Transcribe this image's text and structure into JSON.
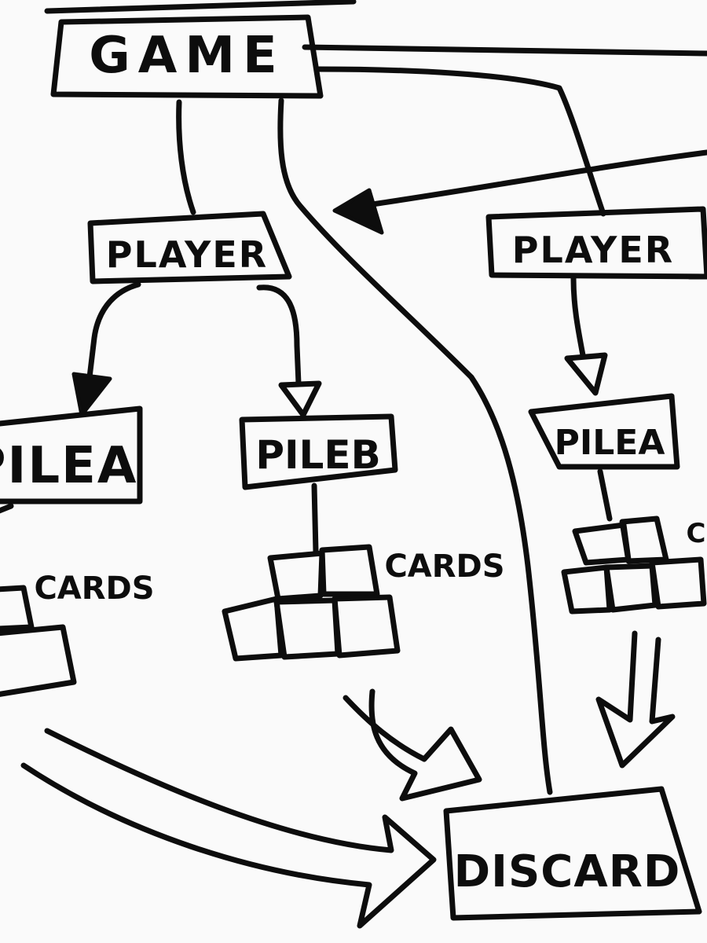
{
  "diagram": {
    "nodes": {
      "game": "GAME",
      "player_left": "PLAYER",
      "player_right": "PLAYER",
      "pile_a_left": "PILEA",
      "pile_b": "PILEB",
      "pile_a_right": "PILEA",
      "discard": "DISCARD"
    },
    "labels": {
      "cards_left": "CARDS",
      "cards_middle": "CARDS",
      "cards_right_partial": "C"
    },
    "colors": {
      "ink": "#0d0d0d",
      "paper": "#fafafa"
    }
  }
}
